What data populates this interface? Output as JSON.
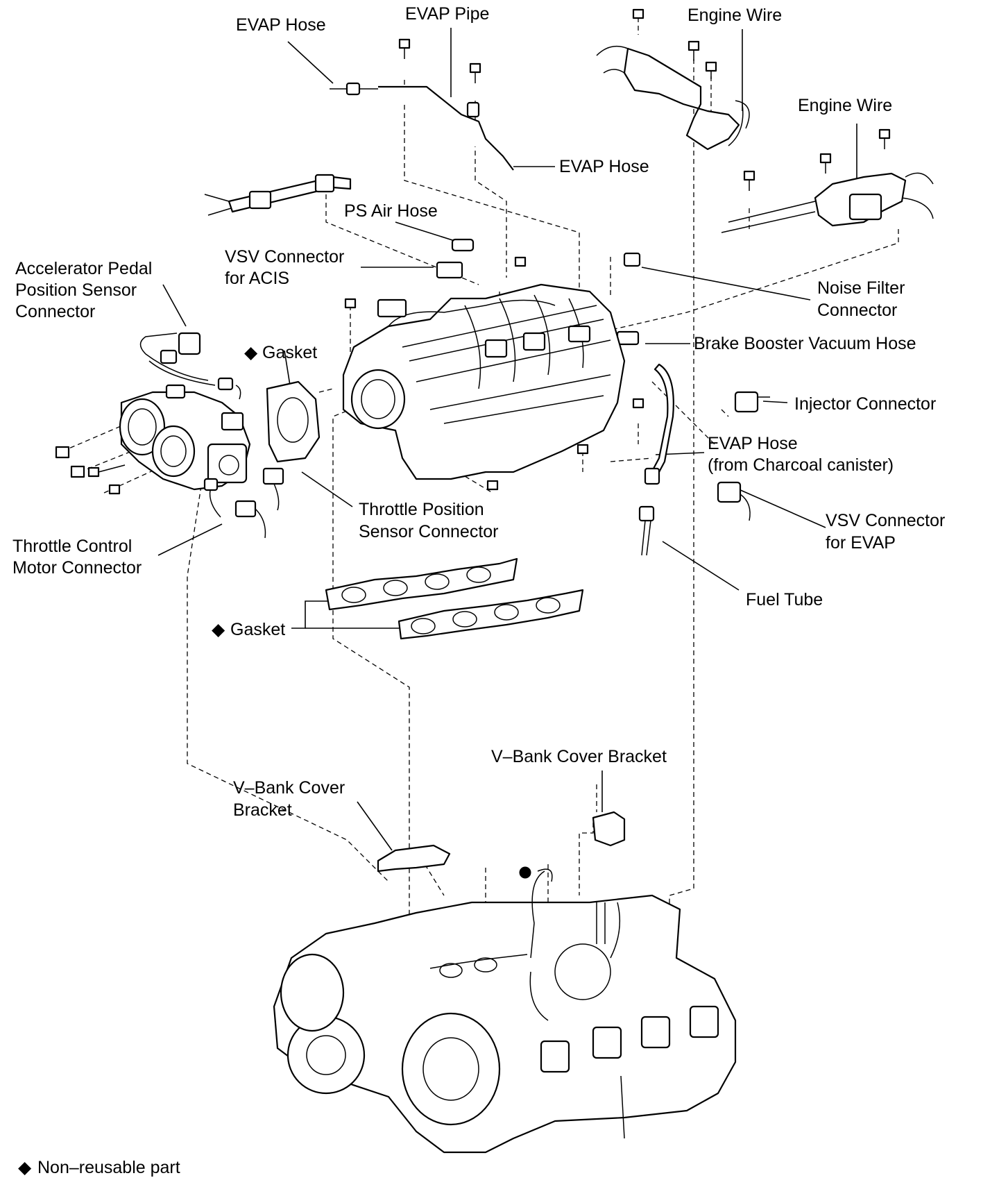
{
  "labels": {
    "evap_hose_top": "EVAP Hose",
    "evap_pipe": "EVAP Pipe",
    "engine_wire_top": "Engine Wire",
    "engine_wire_right": "Engine Wire",
    "evap_hose_mid": "EVAP Hose",
    "ps_air_hose": "PS Air Hose",
    "vsv_acis_1": "VSV Connector",
    "vsv_acis_2": "for ACIS",
    "app_sensor_1": "Accelerator Pedal",
    "app_sensor_2": "Position Sensor",
    "app_sensor_3": "Connector",
    "noise_filter_1": "Noise Filter",
    "noise_filter_2": "Connector",
    "gasket_throttle": "Gasket",
    "brake_booster": "Brake Booster Vacuum Hose",
    "injector": "Injector Connector",
    "evap_canister_1": "EVAP Hose",
    "evap_canister_2": "(from Charcoal canister)",
    "tps_1": "Throttle Position",
    "tps_2": "Sensor Connector",
    "vsv_evap_1": "VSV Connector",
    "vsv_evap_2": "for EVAP",
    "tcm_1": "Throttle Control",
    "tcm_2": "Motor Connector",
    "fuel_tube": "Fuel Tube",
    "gasket_manifold": "Gasket",
    "vbank_right": "V–Bank Cover Bracket",
    "vbank_left_1": "V–Bank Cover",
    "vbank_left_2": "Bracket",
    "legend": "Non–reusable part"
  },
  "symbols": {
    "non_reusable": "◆"
  }
}
